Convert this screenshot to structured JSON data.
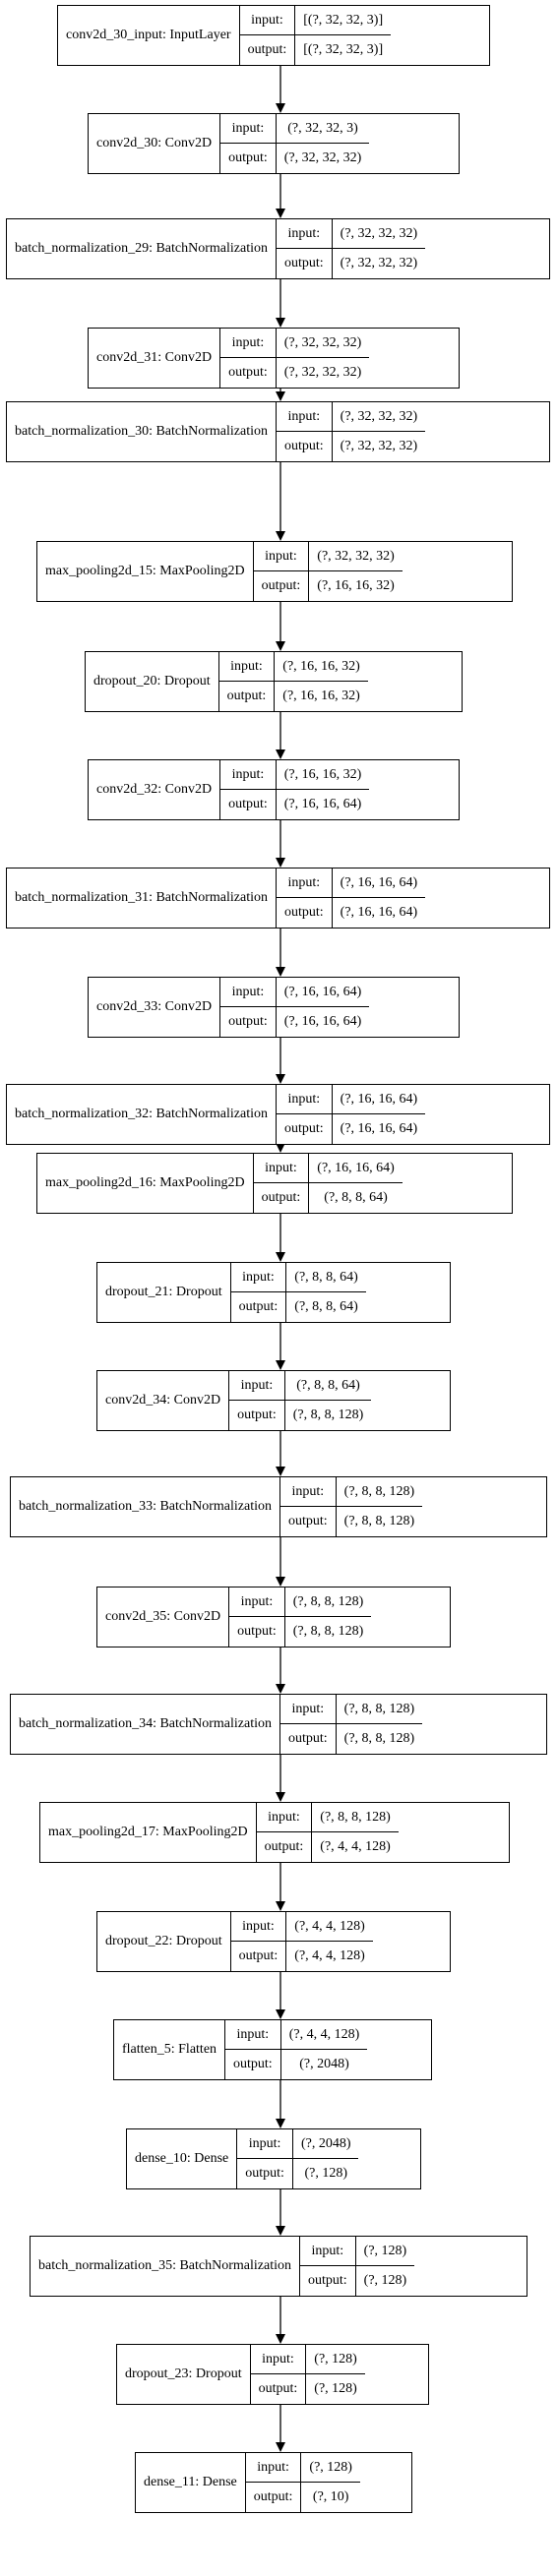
{
  "layers": [
    {
      "name": "conv2d_30_input: InputLayer",
      "input": "[(?, 32, 32, 3)]",
      "output": "[(?, 32, 32, 3)]"
    },
    {
      "name": "conv2d_30: Conv2D",
      "input": "(?, 32, 32, 3)",
      "output": "(?, 32, 32, 32)"
    },
    {
      "name": "batch_normalization_29: BatchNormalization",
      "input": "(?, 32, 32, 32)",
      "output": "(?, 32, 32, 32)"
    },
    {
      "name": "conv2d_31: Conv2D",
      "input": "(?, 32, 32, 32)",
      "output": "(?, 32, 32, 32)"
    },
    {
      "name": "batch_normalization_30: BatchNormalization",
      "input": "(?, 32, 32, 32)",
      "output": "(?, 32, 32, 32)"
    },
    {
      "name": "max_pooling2d_15: MaxPooling2D",
      "input": "(?, 32, 32, 32)",
      "output": "(?, 16, 16, 32)"
    },
    {
      "name": "dropout_20: Dropout",
      "input": "(?, 16, 16, 32)",
      "output": "(?, 16, 16, 32)"
    },
    {
      "name": "conv2d_32: Conv2D",
      "input": "(?, 16, 16, 32)",
      "output": "(?, 16, 16, 64)"
    },
    {
      "name": "batch_normalization_31: BatchNormalization",
      "input": "(?, 16, 16, 64)",
      "output": "(?, 16, 16, 64)"
    },
    {
      "name": "conv2d_33: Conv2D",
      "input": "(?, 16, 16, 64)",
      "output": "(?, 16, 16, 64)"
    },
    {
      "name": "batch_normalization_32: BatchNormalization",
      "input": "(?, 16, 16, 64)",
      "output": "(?, 16, 16, 64)"
    },
    {
      "name": "max_pooling2d_16: MaxPooling2D",
      "input": "(?, 16, 16, 64)",
      "output": "(?, 8, 8, 64)"
    },
    {
      "name": "dropout_21: Dropout",
      "input": "(?, 8, 8, 64)",
      "output": "(?, 8, 8, 64)"
    },
    {
      "name": "conv2d_34: Conv2D",
      "input": "(?, 8, 8, 64)",
      "output": "(?, 8, 8, 128)"
    },
    {
      "name": "batch_normalization_33: BatchNormalization",
      "input": "(?, 8, 8, 128)",
      "output": "(?, 8, 8, 128)"
    },
    {
      "name": "conv2d_35: Conv2D",
      "input": "(?, 8, 8, 128)",
      "output": "(?, 8, 8, 128)"
    },
    {
      "name": "batch_normalization_34: BatchNormalization",
      "input": "(?, 8, 8, 128)",
      "output": "(?, 8, 8, 128)"
    },
    {
      "name": "max_pooling2d_17: MaxPooling2D",
      "input": "(?, 8, 8, 128)",
      "output": "(?, 4, 4, 128)"
    },
    {
      "name": "dropout_22: Dropout",
      "input": "(?, 4, 4, 128)",
      "output": "(?, 4, 4, 128)"
    },
    {
      "name": "flatten_5: Flatten",
      "input": "(?, 4, 4, 128)",
      "output": "(?, 2048)"
    },
    {
      "name": "dense_10: Dense",
      "input": "(?, 2048)",
      "output": "(?, 128)"
    },
    {
      "name": "batch_normalization_35: BatchNormalization",
      "input": "(?, 128)",
      "output": "(?, 128)"
    },
    {
      "name": "dropout_23: Dropout",
      "input": "(?, 128)",
      "output": "(?, 128)"
    },
    {
      "name": "dense_11: Dense",
      "input": "(?, 128)",
      "output": "(?, 10)"
    }
  ],
  "port_labels": {
    "input": "input:",
    "output": "output:"
  },
  "colors": {
    "stroke": "#000000",
    "background": "#ffffff"
  }
}
